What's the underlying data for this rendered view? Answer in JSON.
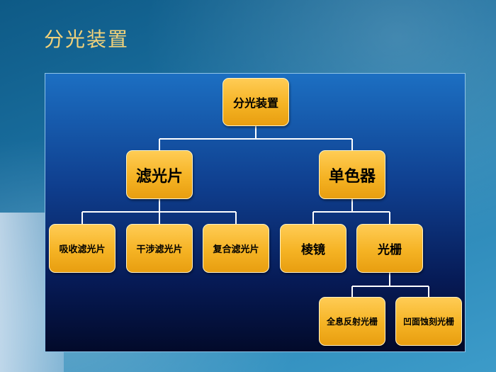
{
  "slide": {
    "title": "分光装置"
  },
  "diagram": {
    "root": "分光装置",
    "left_branch": {
      "label": "滤光片",
      "children": [
        "吸收滤光片",
        "干涉滤光片",
        "复合滤光片"
      ]
    },
    "right_branch": {
      "label": "单色器",
      "children": [
        "棱镜",
        "光栅"
      ],
      "grating_children": [
        "全息反射光栅",
        "凹面蚀刻光栅"
      ]
    }
  },
  "colors": {
    "node_fill": "#f5b324",
    "connector": "#ffffff",
    "title_text": "#f2d27a",
    "panel_top": "#1c6fc2",
    "panel_bottom": "#020a2a"
  }
}
